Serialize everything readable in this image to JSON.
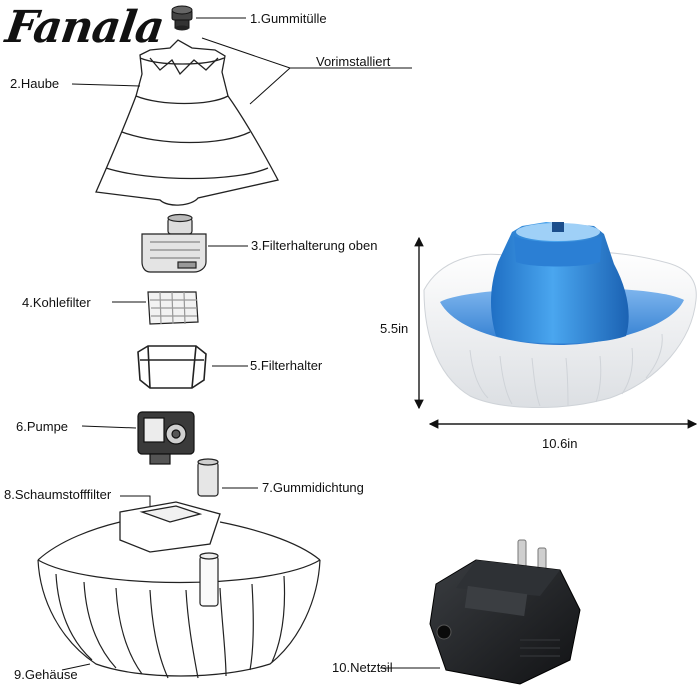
{
  "brand": "Fanala",
  "parts": {
    "p1": "1.Gummitülle",
    "preinstalled": "Vorimstalliert",
    "p2": "2.Haube",
    "p3": "3.Filterhalterung oben",
    "p4": "4.Kohlefilter",
    "p5": "5.Filterhalter",
    "p6": "6.Pumpe",
    "p7": "7.Gummidichtung",
    "p8": "8.Schaumstofffilter",
    "p9": "9.Gehäuse",
    "p10": "10.Netztsil"
  },
  "dimensions": {
    "height": "5.5in",
    "width": "10.6in"
  },
  "colors": {
    "accent_blue": "#3a8fd8",
    "line": "#222222"
  }
}
